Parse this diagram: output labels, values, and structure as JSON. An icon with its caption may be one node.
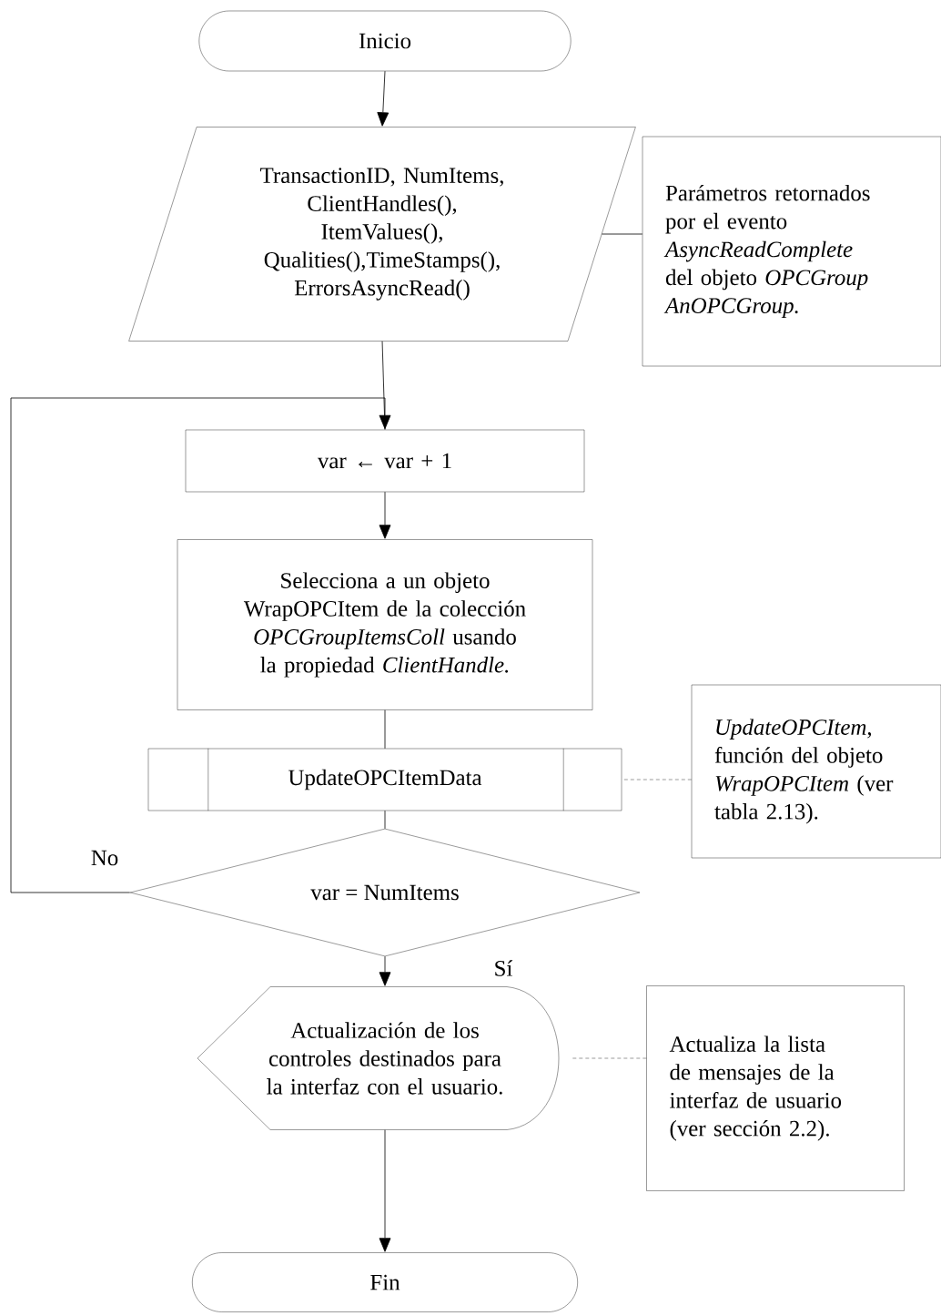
{
  "diagram": {
    "nodes": [
      {
        "text": [
          "Inicio"
        ]
      },
      {
        "text": [
          "TransactionID, NumItems, ClientHandles(), ItemValues(), Qualities(),TimeStamps(), ErrorsAsyncRead()"
        ]
      },
      {
        "text": [
          "Parámetros retornados por el evento *AsyncReadComplete* del objeto *OPCGroup AnOPCGroup.*"
        ]
      },
      {
        "text": [
          "var ← var + 1"
        ]
      },
      {
        "text": [
          "Selecciona a un objeto WrapOPCItem de la colección *OPCGroupItemsColl* usando la propiedad *ClientHandle.*"
        ]
      },
      {
        "text": [
          "UpdateOPCItemData"
        ]
      },
      {
        "text": [
          "*UpdateOPCItem*, función del objeto *WrapOPCItem* (ver tabla 2.13)."
        ]
      },
      {
        "text": [
          "var = NumItems"
        ]
      },
      {
        "text": [
          "Actualización de los controles destinados para la interfaz con el usuario."
        ]
      },
      {
        "text": [
          "Actualiza la lista de mensajes de la interfaz de usuario (ver sección 2.2)."
        ]
      },
      {
        "text": [
          "Fin"
        ]
      }
    ],
    "edges": [
      {
        "from": 0,
        "to": 1,
        "arrow": "to"
      },
      {
        "from": 1,
        "to": 3,
        "arrow": "none"
      },
      {
        "from": 3,
        "to": 4,
        "arrow": "to"
      },
      {
        "from": 4,
        "to": 5,
        "arrow": "none"
      },
      {
        "from": 5,
        "to": 7,
        "arrow": "none"
      },
      {
        "from": 7,
        "to": 8,
        "arrow": "to",
        "label": "Sí"
      },
      {
        "from": 7,
        "to": 3,
        "arrow": "to",
        "label": "No"
      },
      {
        "from": 8,
        "to": 10,
        "arrow": "to"
      },
      {
        "from": 2,
        "to": 1,
        "arrow": "none"
      },
      {
        "from": 6,
        "to": 5,
        "arrow": "none",
        "style": "dashed"
      },
      {
        "from": 9,
        "to": 8,
        "arrow": "none",
        "style": "dashed"
      }
    ]
  }
}
